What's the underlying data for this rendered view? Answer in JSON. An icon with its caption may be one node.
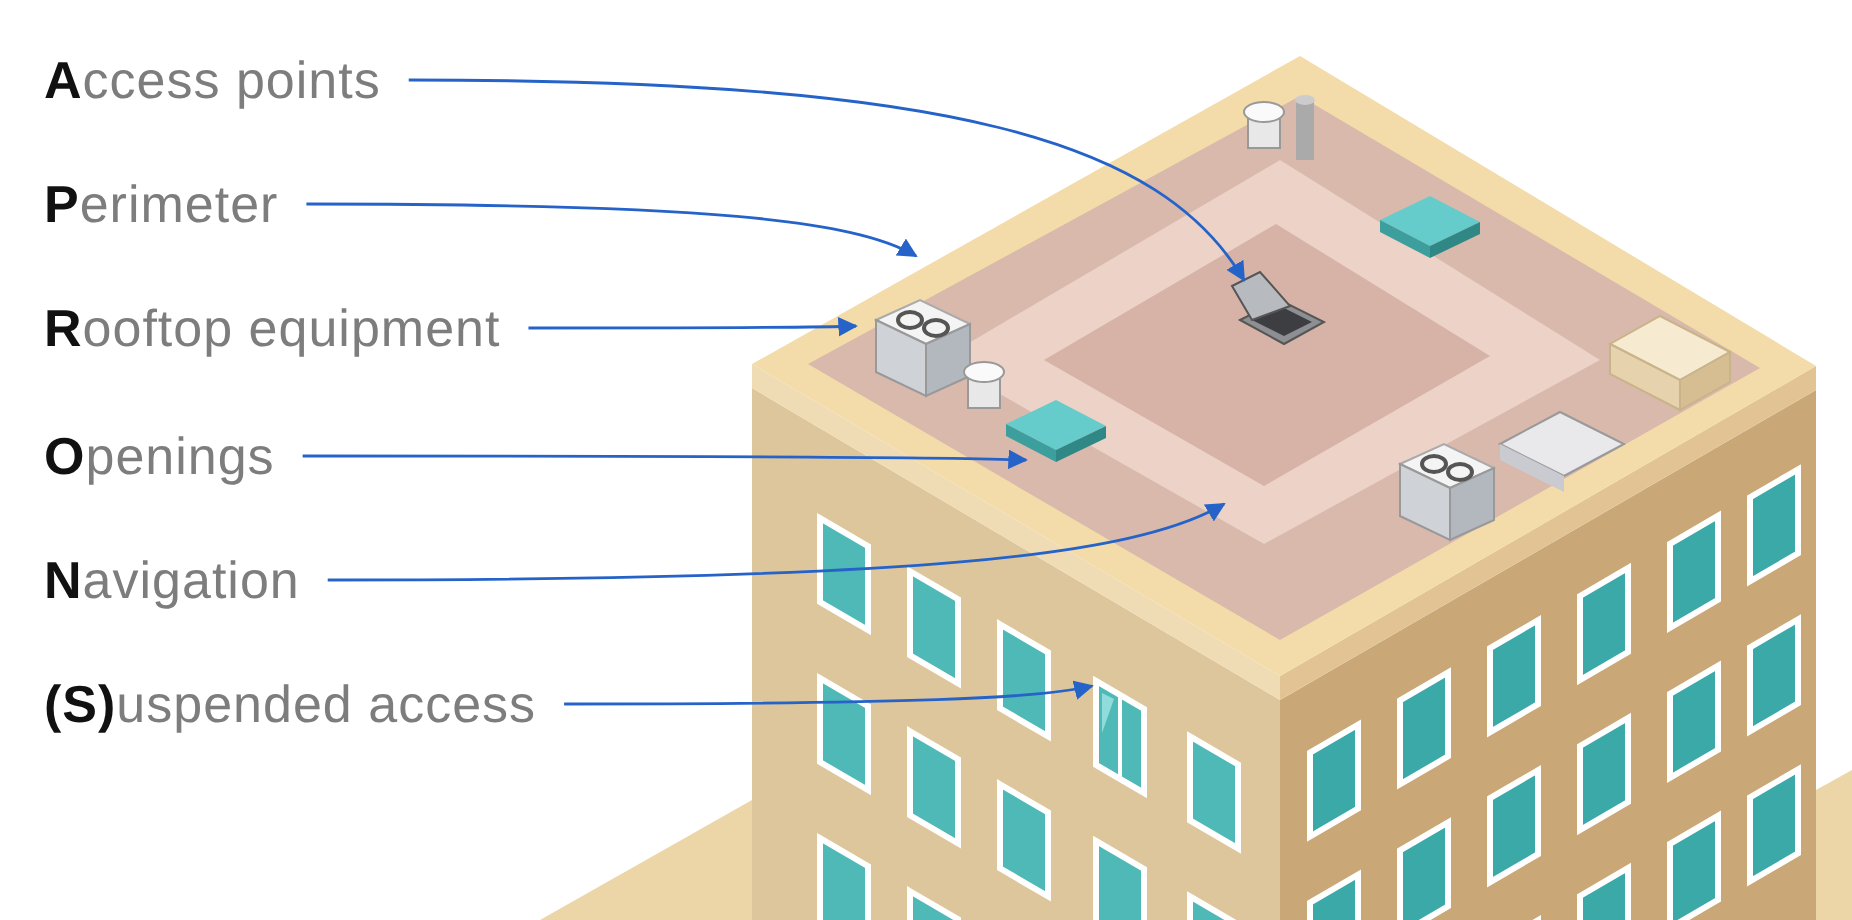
{
  "diagram": {
    "nodes": [
      {
        "text": [
          "**A**ccess points"
        ]
      },
      {
        "text": [
          "**P**erimeter"
        ]
      },
      {
        "text": [
          "**R**ooftop equipment"
        ]
      },
      {
        "text": [
          "**O**penings"
        ]
      },
      {
        "text": [
          "**N**avigation"
        ]
      },
      {
        "text": [
          "**(S)**uspended access"
        ]
      },
      {
        "text": [],
        "shape": "picture",
        "in": 10
      },
      {
        "text": [],
        "shape": "picture"
      },
      {
        "text": [],
        "shape": "picture",
        "in": 10
      },
      {
        "text": [],
        "shape": "picture",
        "in": 10
      },
      {
        "text": [],
        "shape": "picture",
        "in": 7
      },
      {
        "text": [],
        "shape": "picture"
      }
    ],
    "edges": [
      {
        "from": 0,
        "to": 6,
        "arrow": "to"
      },
      {
        "from": 1,
        "to": 7,
        "arrow": "to"
      },
      {
        "from": 2,
        "to": 8,
        "arrow": "to"
      },
      {
        "from": 3,
        "to": 9,
        "arrow": "to"
      },
      {
        "from": 4,
        "to": 10,
        "arrow": "to"
      },
      {
        "from": 5,
        "to": 11,
        "arrow": "to"
      }
    ]
  }
}
